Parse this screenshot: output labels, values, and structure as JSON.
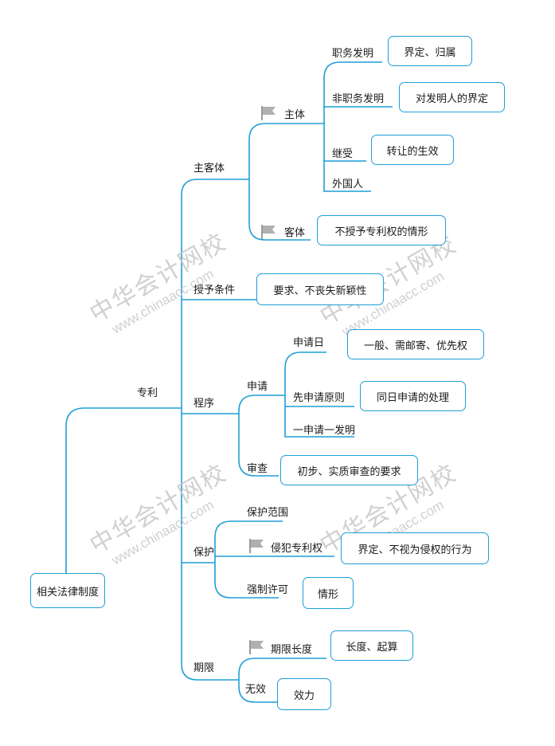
{
  "root": "相关法律制度",
  "level1": "专利",
  "groups": {
    "zhukt": "主客体",
    "shouyu": "授予条件",
    "chengxu": "程序",
    "baohu": "保护",
    "qixian": "期限"
  },
  "zhuti": "主体",
  "zhiwu": "职务发明",
  "zhiwu_box": "界定、归属",
  "feizhiwu": "非职务发明",
  "feizhiwu_box": "对发明人的界定",
  "jishou": "继受",
  "jishou_box": "转让的生效",
  "waiguoren": "外国人",
  "keti": "客体",
  "keti_box": "不授予专利权的情形",
  "shouyu_box": "要求、不丧失新颖性",
  "shenqing": "申请",
  "shenqingri": "申请日",
  "shenqingri_box": "一般、需邮寄、优先权",
  "xianshenqing": "先申请原则",
  "xianshenqing_box": "同日申请的处理",
  "yishenqing": "一申请一发明",
  "shencha": "审查",
  "shencha_box": "初步、实质审查的要求",
  "baohufanwei": "保护范围",
  "qinfan": "侵犯专利权",
  "qinfan_box": "界定、不视为侵权的行为",
  "qiangzhi": "强制许可",
  "qiangzhi_box": "情形",
  "qixianchangdu": "期限长度",
  "qixianchangdu_box": "长度、起算",
  "wuxiao": "无效",
  "wuxiao_box": "效力",
  "watermark": {
    "cn": "中华会计网校",
    "en": "www.chinaacc.com"
  },
  "colors": {
    "line": "#1e9ed6",
    "flag": "#9a9a9a"
  }
}
